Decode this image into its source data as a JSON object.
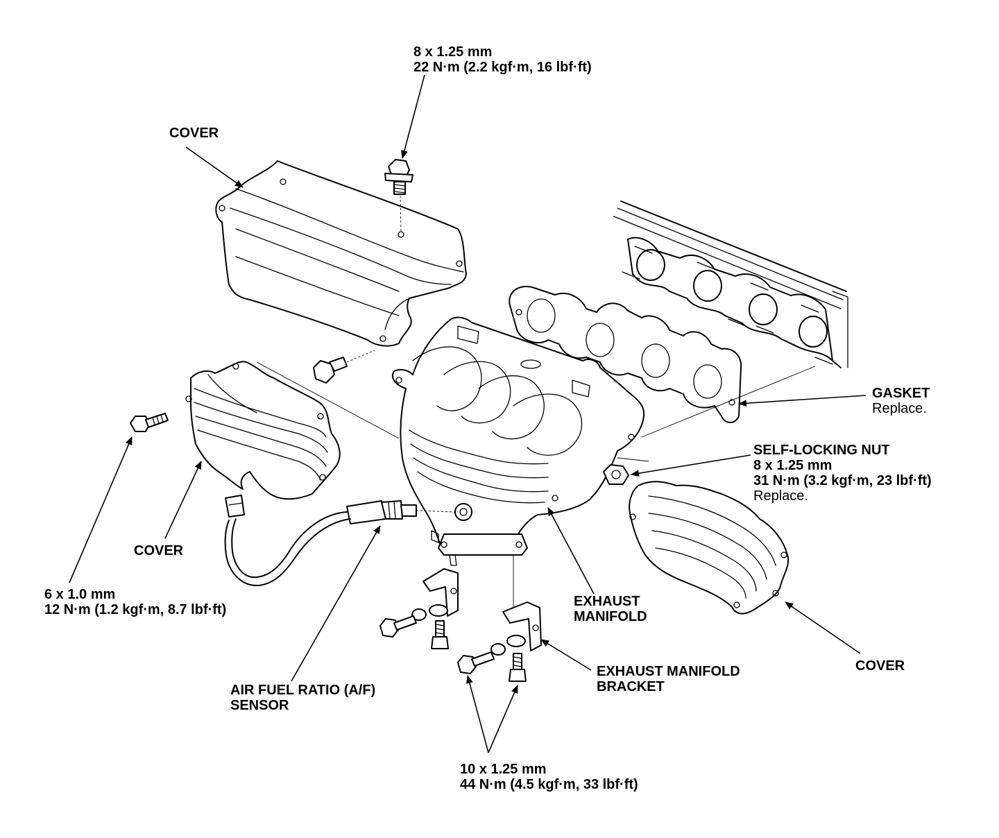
{
  "labels": {
    "top_bolt_size": "8 x 1.25 mm",
    "top_bolt_torque": "22 N·m (2.2 kgf·m, 16 lbf·ft)",
    "cover_top": "COVER",
    "cover_left": "COVER",
    "cover_right": "COVER",
    "gasket": "GASKET",
    "gasket_note": "Replace.",
    "nut_title": "SELF-LOCKING NUT",
    "nut_size": "8 x 1.25 mm",
    "nut_torque": "31 N·m (3.2 kgf·m, 23 lbf·ft)",
    "nut_note": "Replace.",
    "left_bolt_size": "6 x 1.0 mm",
    "left_bolt_torque": "12 N·m (1.2 kgf·m, 8.7 lbf·ft)",
    "exhaust_manifold_line1": "EXHAUST",
    "exhaust_manifold_line2": "MANIFOLD",
    "bracket_line1": "EXHAUST MANIFOLD",
    "bracket_line2": "BRACKET",
    "af_sensor_line1": "AIR FUEL RATIO (A/F)",
    "af_sensor_line2": "SENSOR",
    "bottom_bolt_size": "10 x 1.25 mm",
    "bottom_bolt_torque": "44 N·m (4.5 kgf·m, 33 lbf·ft)"
  }
}
